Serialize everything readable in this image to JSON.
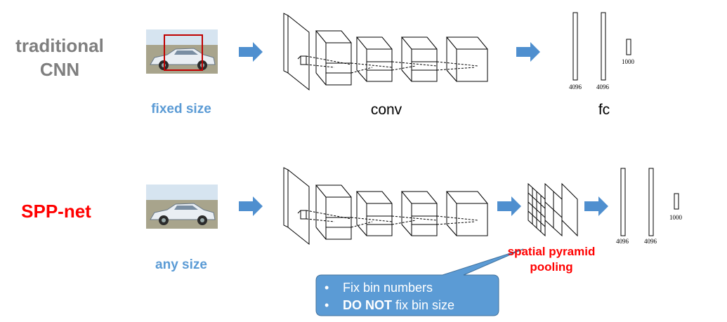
{
  "rows": {
    "traditional": {
      "label_line1": "traditional",
      "label_line2": "CNN",
      "size_label": "fixed size",
      "conv_label": "conv",
      "fc_label": "fc",
      "fc_dims": [
        "4096",
        "4096",
        "1000"
      ]
    },
    "spp": {
      "label": "SPP-net",
      "size_label": "any size",
      "spp_label_line1": "spatial pyramid",
      "spp_label_line2": "pooling",
      "fc_dims": [
        "4096",
        "4096",
        "1000"
      ]
    }
  },
  "callout": {
    "bullet": "•",
    "line1": "Fix bin numbers",
    "line2_bold": "DO NOT",
    "line2_rest": " fix bin size"
  },
  "colors": {
    "arrow": "#4f8fcf",
    "callout_fill": "#5b9bd5",
    "traditional_label": "#7f7f7f",
    "spp_label": "#ff0000",
    "size_label": "#5b9bd5",
    "crop_box": "#c00000"
  }
}
